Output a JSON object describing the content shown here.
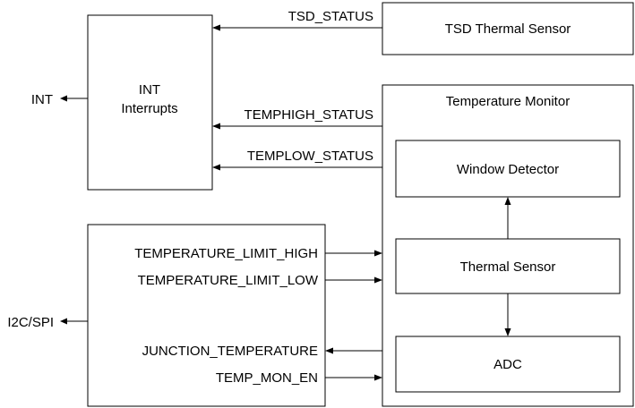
{
  "blocks": {
    "int_block": {
      "title": "INT",
      "subtitle": "Interrupts"
    },
    "tsd_sensor": {
      "label": "TSD Thermal Sensor"
    },
    "temperature_monitor": {
      "title": "Temperature Monitor"
    },
    "window_detector": {
      "label": "Window Detector"
    },
    "thermal_sensor": {
      "label": "Thermal Sensor"
    },
    "adc": {
      "label": "ADC"
    },
    "register_block": {
      "label": ""
    }
  },
  "external": {
    "int_output": "INT",
    "i2c_spi": "I2C/SPI"
  },
  "signals": {
    "tsd_status": "TSD_STATUS",
    "temphigh_status": "TEMPHIGH_STATUS",
    "templow_status": "TEMPLOW_STATUS",
    "temperature_limit_high": "TEMPERATURE_LIMIT_HIGH",
    "temperature_limit_low": "TEMPERATURE_LIMIT_LOW",
    "junction_temperature": "JUNCTION_TEMPERATURE",
    "temp_mon_en": "TEMP_MON_EN"
  }
}
